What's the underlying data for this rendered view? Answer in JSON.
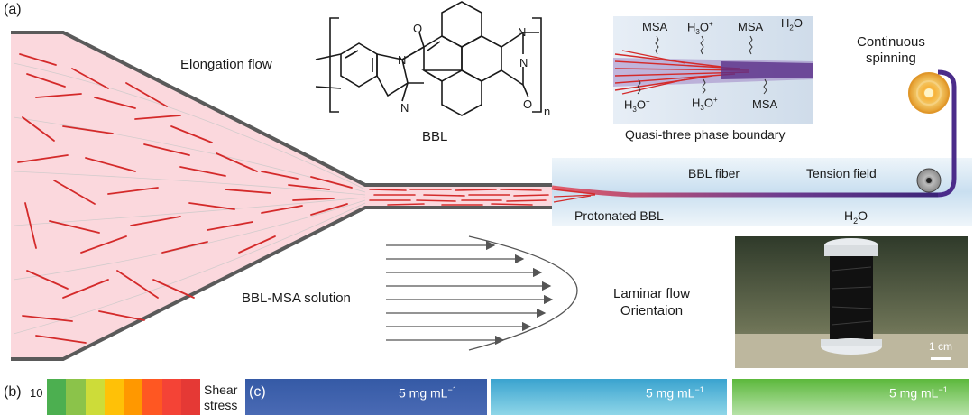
{
  "panels": {
    "a": "(a)",
    "b": "(b)",
    "c": "(c)"
  },
  "labels": {
    "elongation_flow": "Elongation flow",
    "bbl": "BBL",
    "continuous_spinning": [
      "Continuous",
      "spinning"
    ],
    "quasi_three_phase": "Quasi-three phase boundary",
    "bbl_fiber": "BBL fiber",
    "tension_field": "Tension field",
    "protonated_bbl": "Protonated BBL",
    "h2o_bath": "H",
    "bbl_msa_solution": "BBL-MSA solution",
    "laminar_flow": "Laminar flow",
    "orientation": "Orientaion",
    "scale_bar": "1 cm"
  },
  "inset_labels": {
    "msa_1": "MSA",
    "h3o_1": "H",
    "msa_2": "MSA",
    "h2o": "H",
    "h3o_2": "H",
    "h3o_3": "H",
    "msa_3": "MSA"
  },
  "structure": {
    "n_atoms": [
      "N",
      "N",
      "N",
      "N"
    ],
    "o_atoms": [
      "O",
      "O"
    ],
    "repeat": "n"
  },
  "panel_b": {
    "tick": "10",
    "shear_label": [
      "Shear",
      "stress"
    ],
    "colors": [
      "#4caf50",
      "#8bc34a",
      "#cddc39",
      "#ffc107",
      "#ff9800",
      "#ff5722",
      "#f44336",
      "#e53935"
    ]
  },
  "panel_c": {
    "concentrations": [
      "5 mg mL",
      "5 mg mL",
      "5 mg mL"
    ],
    "unit_exp": "−1",
    "colors": [
      "#3a5ca8",
      "#45b3d6",
      "#6cc24a"
    ]
  },
  "colors": {
    "funnel_fill": "#fbd8dd",
    "rod": "#d42a2a",
    "bath": "#d6e7f2",
    "fiber": "#4b2c8a"
  }
}
